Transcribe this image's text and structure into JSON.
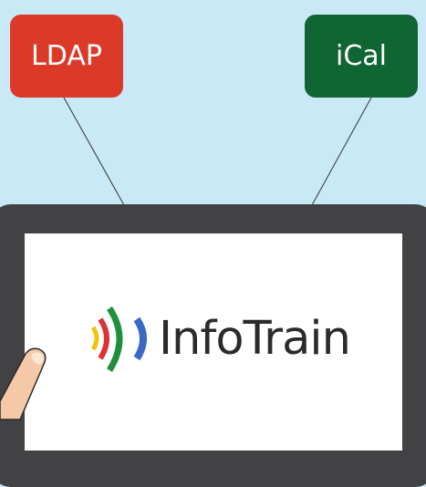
{
  "sources": {
    "ldap": {
      "label": "LDAP",
      "color": "#dc3a28"
    },
    "ical": {
      "label": "iCal",
      "color": "#0f6633"
    }
  },
  "app": {
    "name": "InfoTrain",
    "logo_colors": [
      "#f4c20d",
      "#db3236",
      "#1f8f3e",
      "#3b68c2"
    ]
  },
  "device": {
    "frame_color": "#424244",
    "screen_color": "#ffffff"
  },
  "background": "#c8e9f5"
}
